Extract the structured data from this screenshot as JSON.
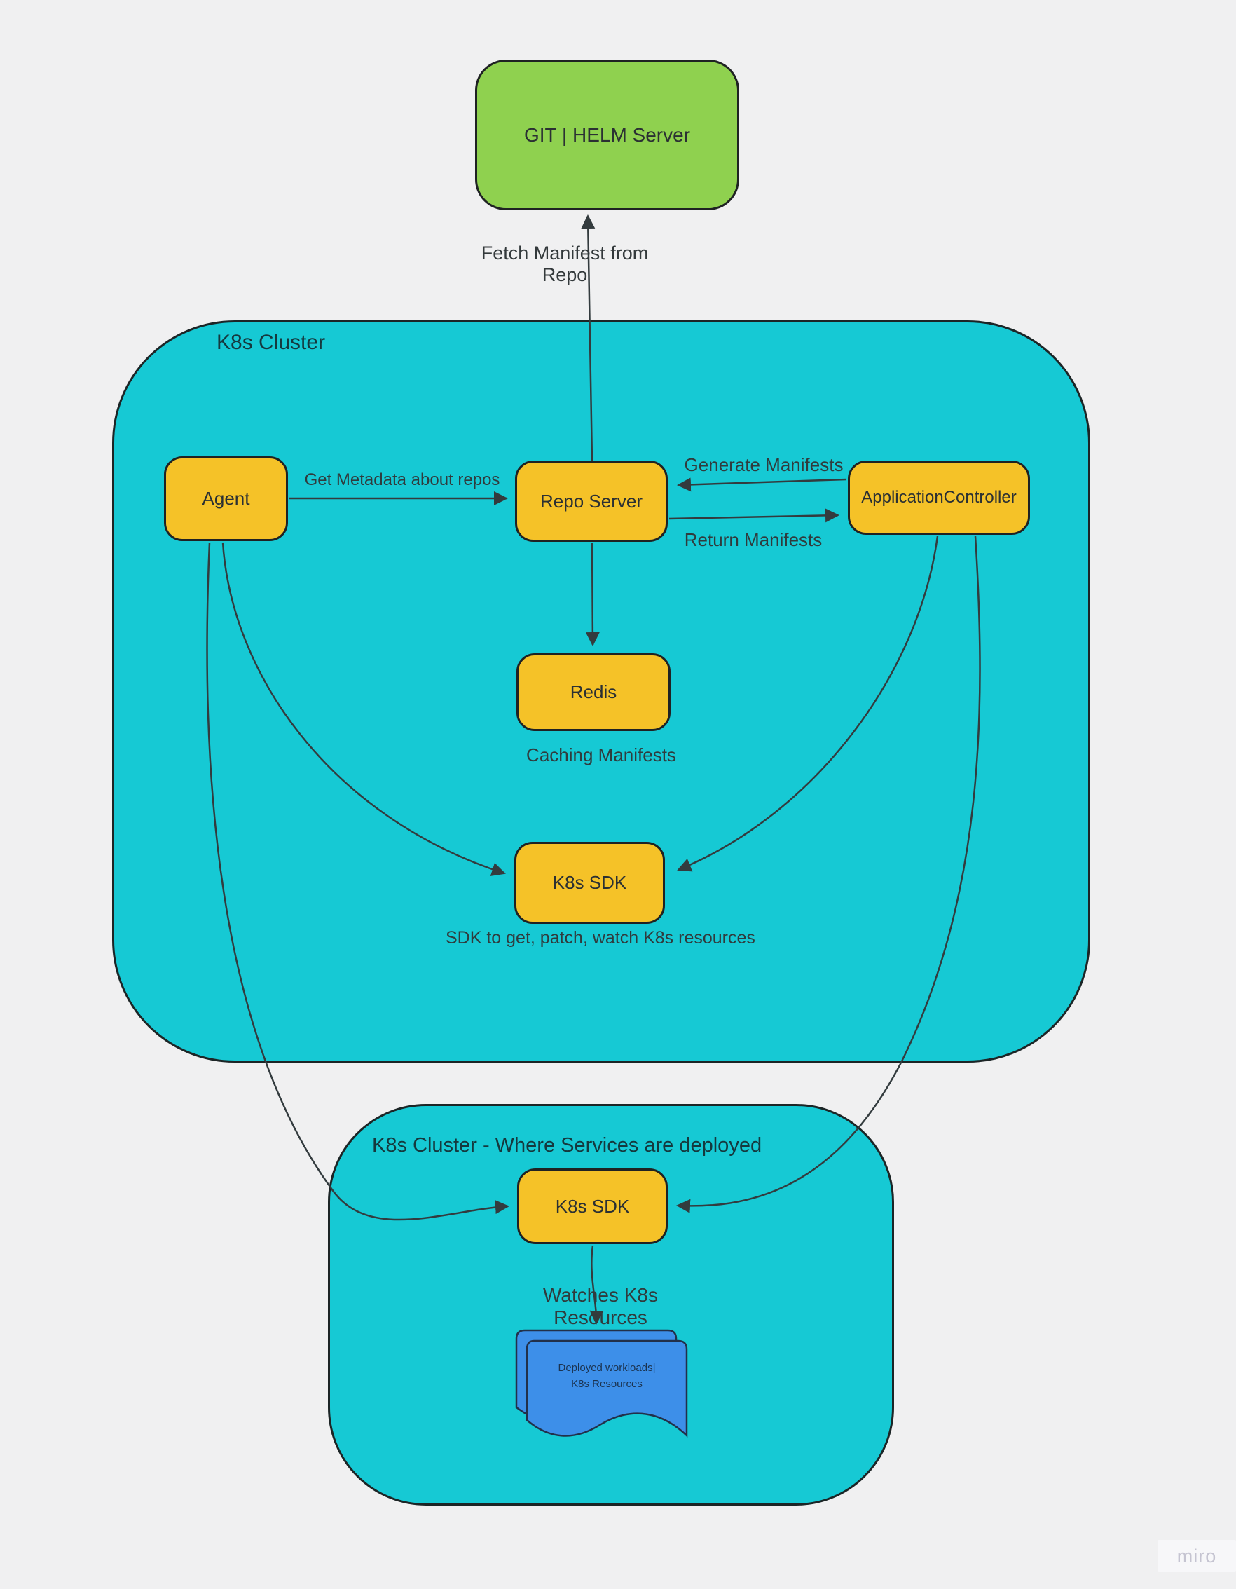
{
  "clusters": {
    "main": {
      "label": "K8s Cluster"
    },
    "services": {
      "label": "K8s Cluster - Where Services are deployed"
    }
  },
  "nodes": {
    "git": {
      "label": "GIT | HELM Server"
    },
    "agent": {
      "label": "Agent"
    },
    "repo_server": {
      "label": "Repo Server"
    },
    "application_controller": {
      "label": "ApplicationController"
    },
    "redis": {
      "label": "Redis"
    },
    "k8s_sdk_main": {
      "label": "K8s SDK"
    },
    "k8s_sdk_services": {
      "label": "K8s SDK"
    },
    "workloads_doc": {
      "line1": "Deployed workloads|",
      "line2": "K8s Resources"
    }
  },
  "edge_labels": {
    "fetch_manifest": "Fetch Manifest from Repo",
    "get_metadata": "Get Metadata about repos",
    "generate_manifests": "Generate Manifests",
    "return_manifests": "Return Manifests",
    "caching_manifests": "Caching Manifests",
    "sdk_caption": "SDK to get, patch, watch K8s resources",
    "watches_resources": "Watches K8s Resources"
  },
  "watermark": "miro",
  "colors": {
    "background": "#F0F0F1",
    "cluster_teal": "#16C9D4",
    "node_yellow": "#F5C228",
    "node_green": "#8FD14F",
    "document_blue": "#3D8FE9",
    "line": "#333B3E",
    "watermark_text": "#C5C4D1"
  }
}
